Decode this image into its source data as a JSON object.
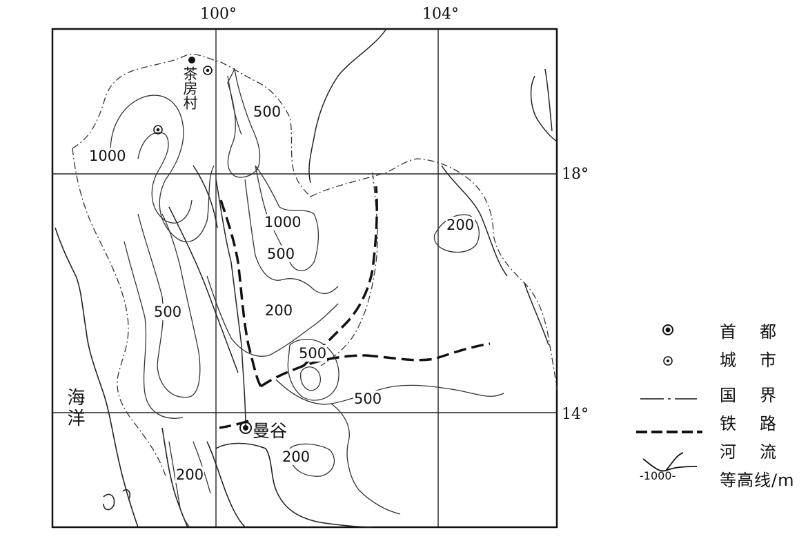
{
  "map": {
    "lon_labels": [
      "100°",
      "104°"
    ],
    "lat_labels": [
      "18°",
      "14°"
    ],
    "contour_labels": [
      "500",
      "1000",
      "1000",
      "500",
      "500",
      "200",
      "200",
      "500",
      "500",
      "200",
      "200"
    ],
    "places": {
      "village": "茶房村",
      "capital": "曼谷",
      "ocean": "海洋"
    },
    "legend": {
      "capital": "首都",
      "city": "城市",
      "border": "国界",
      "railway": "铁路",
      "river": "河流",
      "contour_sample": "-1000-",
      "contour": "等高线/m"
    }
  }
}
